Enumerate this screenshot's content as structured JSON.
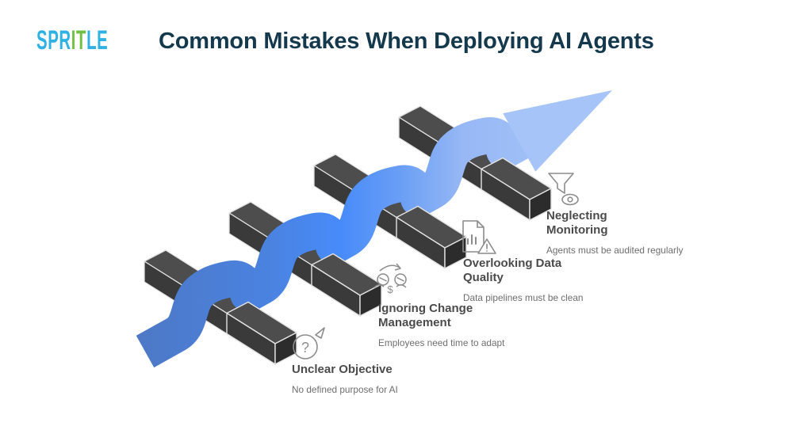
{
  "brand": {
    "logo_segments": [
      {
        "text": "SPR",
        "color": "#2fb1e4"
      },
      {
        "text": "IT",
        "color": "#72c043"
      },
      {
        "text": "LE",
        "color": "#2fb1e4"
      }
    ]
  },
  "header": {
    "title": "Common Mistakes When Deploying AI Agents",
    "title_color": "#14384c"
  },
  "diagram": {
    "type": "hurdle-ribbon-arrow-infographic",
    "ribbon_gradient": [
      "#4d79c7",
      "#478bfa",
      "#97b8f5",
      "#a9c7f9"
    ],
    "hurdle_colors": {
      "top": "#4d4d4d",
      "front": "#3a3a3a",
      "cap": "#2c2c2c",
      "edge": "#e3e3e3"
    },
    "items": [
      {
        "title": "Unclear Objective",
        "subtitle": "No defined purpose for AI",
        "icon": "question-arrow-icon"
      },
      {
        "title": "Ignoring Change Management",
        "subtitle": "Employees need time to adapt",
        "icon": "people-exchange-icon"
      },
      {
        "title": "Overlooking Data Quality",
        "subtitle": "Data pipelines must be clean",
        "icon": "document-warning-icon"
      },
      {
        "title": "Neglecting Monitoring",
        "subtitle": "Agents must be audited regularly",
        "icon": "funnel-eye-icon"
      }
    ]
  }
}
